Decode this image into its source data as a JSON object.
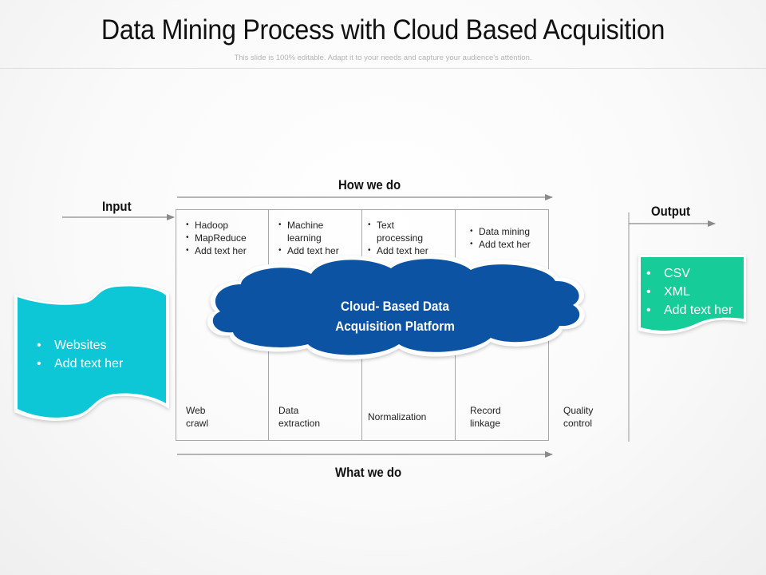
{
  "header": {
    "title": "Data Mining Process with Cloud Based Acquisition",
    "subtitle": "This slide is 100% editable. Adapt it to your needs and capture your audience's attention."
  },
  "colors": {
    "input_shape": "#0FC6D6",
    "output_shape": "#14CC98",
    "cloud": "#0752A4",
    "line": "#a8a8a8",
    "arrow": "#8a8a8a"
  },
  "labels": {
    "input": "Input",
    "how_we_do": "How we do",
    "what_we_do": "What we do",
    "output": "Output"
  },
  "input_box": {
    "items": [
      "Websites",
      "Add text her"
    ]
  },
  "output_box": {
    "items": [
      "CSV",
      "XML",
      "Add text her"
    ]
  },
  "cloud": {
    "line1": "Cloud- Based Data",
    "line2": "Acquisition Platform"
  },
  "columns": [
    {
      "how": [
        "Hadoop",
        "MapReduce",
        "Add text her"
      ],
      "what": "Web\ncrawl"
    },
    {
      "how": [
        "Machine\nlearning",
        "Add text her"
      ],
      "what": "Data\nextraction"
    },
    {
      "how": [
        "Text\nprocessing",
        "Add text her"
      ],
      "what": "Normalization"
    },
    {
      "how": [
        "Data mining",
        "Add text her"
      ],
      "what": "Record\nlinkage"
    }
  ],
  "final_step": {
    "what": "Quality\ncontrol"
  }
}
